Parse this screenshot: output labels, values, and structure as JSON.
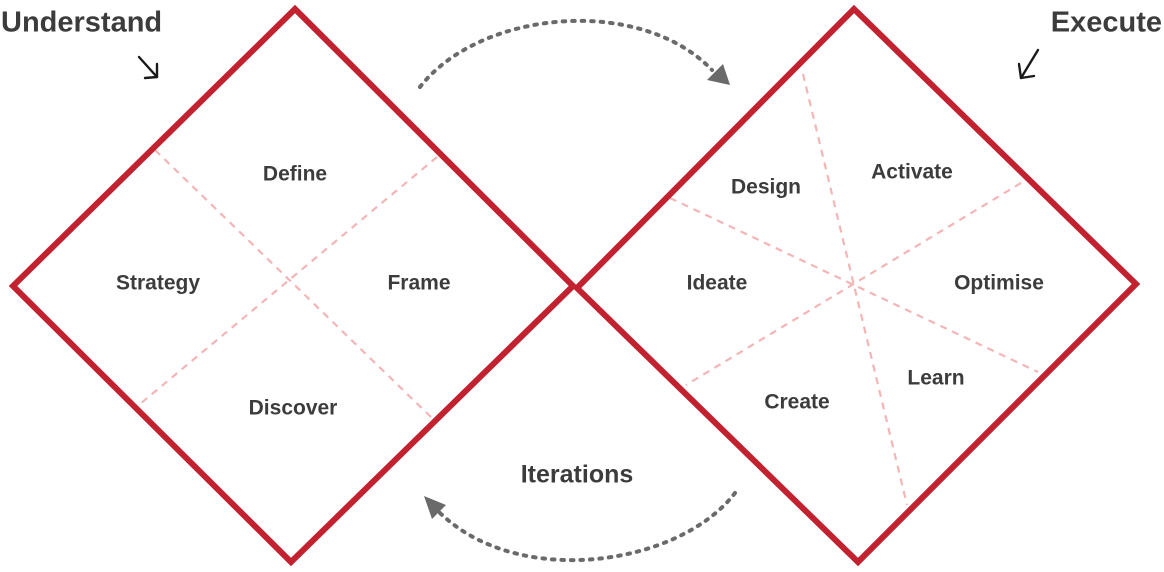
{
  "headings": {
    "left": "Understand",
    "right": "Execute"
  },
  "center_label": "Iterations",
  "left_diamond": {
    "top": "Define",
    "left": "Strategy",
    "right": "Frame",
    "bottom": "Discover"
  },
  "right_diamond": {
    "upper_left": "Design",
    "upper_right": "Activate",
    "left": "Ideate",
    "right": "Optimise",
    "lower_left": "Create",
    "lower_right": "Learn"
  },
  "colors": {
    "diamond_stroke": "#c2222f",
    "divider": "#f3b5b5",
    "arrow": "#6a6a6a",
    "text": "#3c3c3c"
  },
  "icons": {
    "pointer_left": "arrow-down-right-icon",
    "pointer_right": "arrow-down-left-icon"
  }
}
